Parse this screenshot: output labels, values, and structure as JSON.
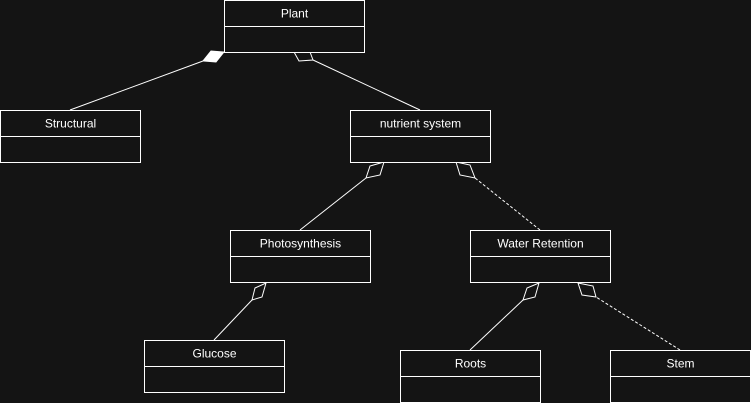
{
  "colors": {
    "background": "#141414",
    "stroke": "#ffffff",
    "text": "#ffffff"
  },
  "classes": {
    "plant": "Plant",
    "structural": "Structural",
    "nutrient_system": "nutrient system",
    "photosynthesis": "Photosynthesis",
    "water_retention": "Water Retention",
    "glucose": "Glucose",
    "roots": "Roots",
    "stem": "Stem"
  },
  "relationships": [
    {
      "whole": "Plant",
      "part": "Structural",
      "kind": "composition"
    },
    {
      "whole": "Plant",
      "part": "nutrient system",
      "kind": "aggregation"
    },
    {
      "whole": "nutrient system",
      "part": "Photosynthesis",
      "kind": "aggregation"
    },
    {
      "whole": "nutrient system",
      "part": "Water Retention",
      "kind": "aggregation"
    },
    {
      "whole": "Photosynthesis",
      "part": "Glucose",
      "kind": "aggregation"
    },
    {
      "whole": "Water Retention",
      "part": "Roots",
      "kind": "aggregation"
    },
    {
      "whole": "Water Retention",
      "part": "Stem",
      "kind": "aggregation"
    }
  ]
}
